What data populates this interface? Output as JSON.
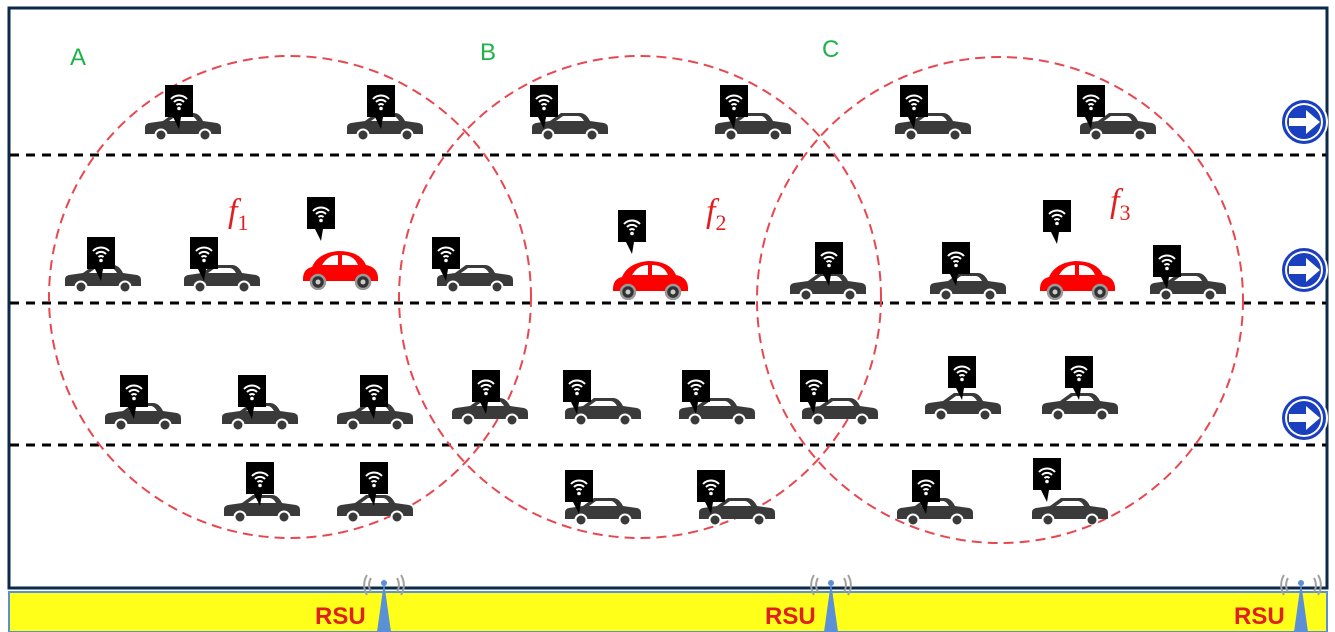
{
  "zones": [
    {
      "id": "zone-a",
      "label": "A",
      "cluster_label": "f",
      "cluster_index": "1"
    },
    {
      "id": "zone-b",
      "label": "B",
      "cluster_label": "f",
      "cluster_index": "2"
    },
    {
      "id": "zone-c",
      "label": "C",
      "cluster_label": "f",
      "cluster_index": "3"
    }
  ],
  "rsu": [
    {
      "label": "RSU"
    },
    {
      "label": "RSU"
    },
    {
      "label": "RSU"
    }
  ],
  "lanes": 4,
  "traffic_direction": "right",
  "vehicles": {
    "connected_vehicle_count": 30,
    "cluster_head_count": 3
  },
  "colors": {
    "frame": "#0b2a4a",
    "lane_divider": "#000000",
    "coverage_circle": "#e8474f",
    "zone_label": "#1db24a",
    "cluster_label": "#e01f1f",
    "cluster_head": "#ff0000",
    "car": "#3a3a3a",
    "wifi_tag": "#000000",
    "rsu_strip": "#ffff1a",
    "rsu_text": "#e01f1f",
    "rsu_antenna": "#5b8fd6",
    "arrow": "#1a3fbf"
  },
  "icons": [
    "wifi-icon",
    "car-icon",
    "direction-arrow-icon",
    "antenna-icon"
  ]
}
